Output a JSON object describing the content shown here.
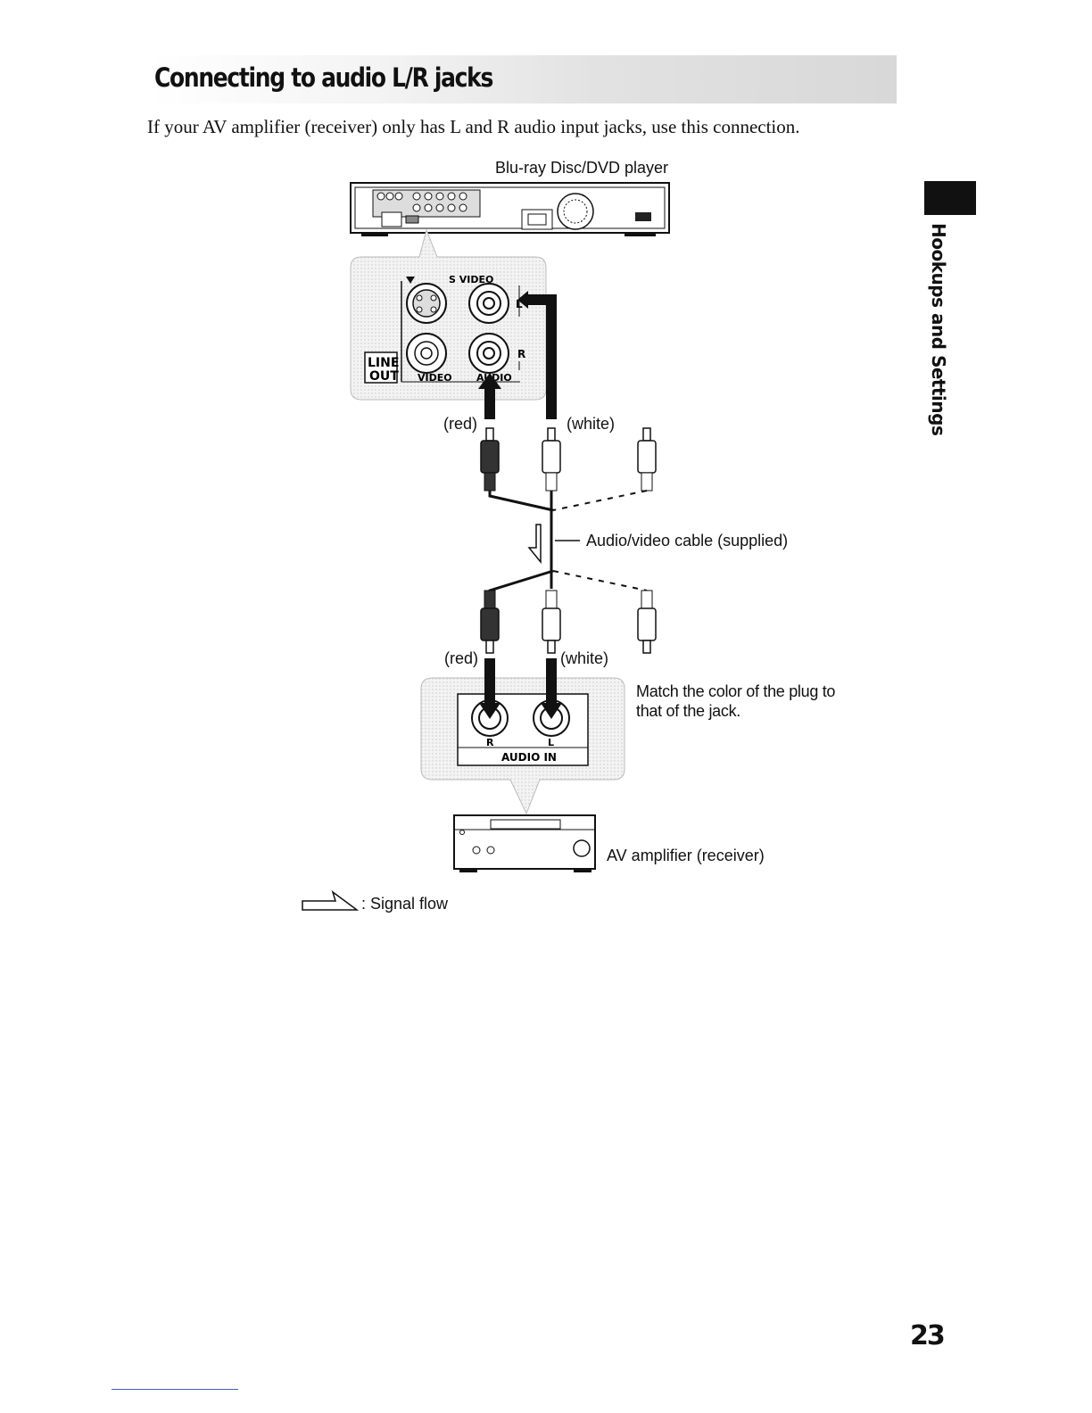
{
  "page": {
    "title": "Connecting to audio L/R jacks",
    "intro": "If your AV amplifier (receiver) only has L and R audio input jacks, use this connection.",
    "side_tab": "Hookups and Settings",
    "page_number": "23"
  },
  "diagram": {
    "player_label": "Blu-ray Disc/DVD player",
    "player_panel": {
      "s_video": "S VIDEO",
      "line": "LINE",
      "out": "OUT",
      "video": "VIDEO",
      "audio": "AUDIO",
      "l": "L",
      "r": "R"
    },
    "red_top": "(red)",
    "white_top": "(white)",
    "cable_label": "Audio/video cable (supplied)",
    "red_bottom": "(red)",
    "white_bottom": "(white)",
    "match_note": "Match the color of the plug to that of the jack.",
    "amp_panel": {
      "r": "R",
      "l": "L",
      "audio_in": "AUDIO IN"
    },
    "amp_label": "AV amplifier (receiver)",
    "legend": ": Signal flow"
  }
}
